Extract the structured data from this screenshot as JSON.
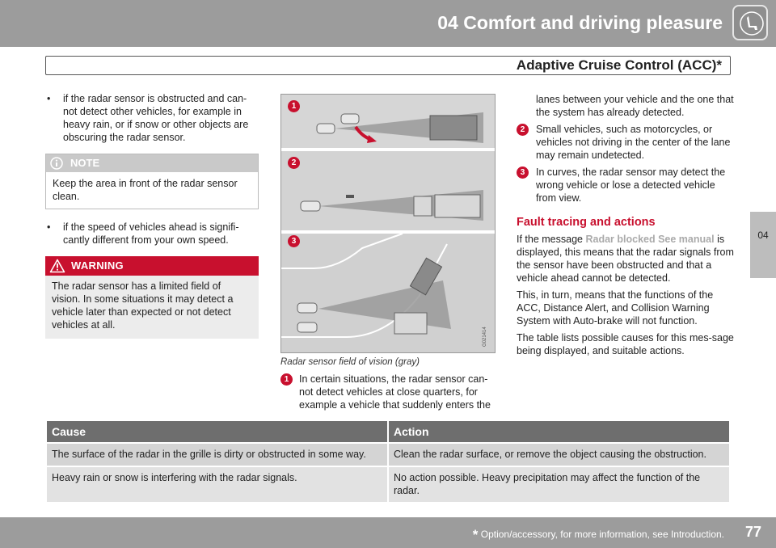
{
  "header": {
    "chapter_title": "04 Comfort and driving pleasure",
    "section_title": "Adaptive Cruise Control (ACC)*"
  },
  "side_tab": "04",
  "column1": {
    "bullet_symbol": "•",
    "bullet1": "if the radar sensor is obstructed and can-not detect other vehicles, for example in heavy rain, or if snow or other objects are obscuring the radar sensor.",
    "note_title": "NOTE",
    "note_text": "Keep the area in front of the radar sensor clean.",
    "bullet2": "if the speed of vehicles ahead is signifi-cantly different from your own speed.",
    "warning_title": "WARNING",
    "warning_text": "The radar sensor has a limited field of vision. In some situations it may detect a vehicle later than expected or not detect vehicles at all."
  },
  "figure": {
    "badges": [
      "1",
      "2",
      "3"
    ],
    "image_code": "G021414",
    "caption": "Radar sensor field of vision (gray)"
  },
  "column2": {
    "item1_number": "1",
    "item1_text": "In certain situations, the radar sensor can-not detect vehicles at close quarters, for example a vehicle that suddenly enters the"
  },
  "column3": {
    "continuation": "lanes between your vehicle and the one that the system has already detected.",
    "item2_number": "2",
    "item2_text": "Small vehicles, such as motorcycles, or vehicles not driving in the center of the lane may remain undetected.",
    "item3_number": "3",
    "item3_text": "In curves, the radar sensor may detect the wrong vehicle or lose a detected vehicle from view.",
    "fault_heading": "Fault tracing and actions",
    "msg_prefix": "If the message",
    "msg_highlight": "Radar blocked See manual",
    "msg_suffix": "is displayed, this means that the radar signals from the sensor have been obstructed and that a vehicle ahead cannot be detected.",
    "para2": "This, in turn, means that the functions of the ACC, Distance Alert, and Collision Warning System with Auto-brake will not function.",
    "para3": "The table lists possible causes for this mes-sage being displayed, and suitable actions."
  },
  "table": {
    "headers": [
      "Cause",
      "Action"
    ],
    "rows": [
      [
        "The surface of the radar in the grille is dirty or obstructed in some way.",
        "Clean the radar surface, or remove the object causing the obstruction."
      ],
      [
        "Heavy rain or snow is interfering with the radar signals.",
        "No action possible. Heavy precipitation may affect the function of the radar."
      ]
    ]
  },
  "footer": {
    "continue_arrows": "▸▸",
    "star": "*",
    "note": "Option/accessory, for more information, see Introduction.",
    "page_number": "77"
  },
  "colors": {
    "accent_red": "#c8102e",
    "band_gray": "#9c9c9c",
    "table_header": "#6e6e6e"
  }
}
